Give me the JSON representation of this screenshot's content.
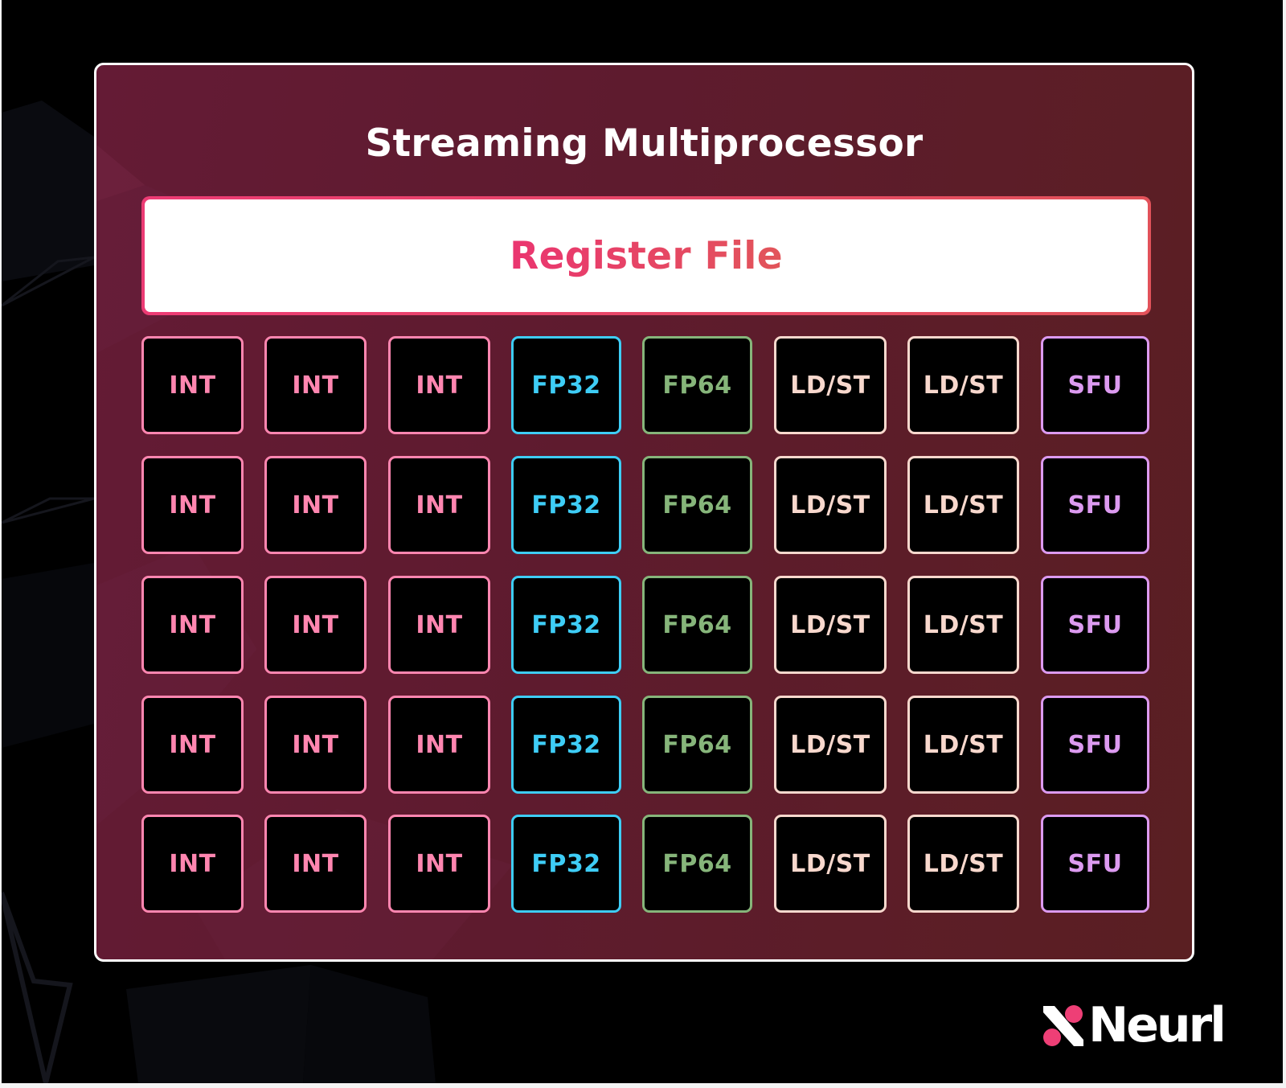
{
  "diagram": {
    "title": "Streaming Multiprocessor",
    "register_file": {
      "label": "Register File"
    },
    "columns": [
      {
        "type": "int",
        "label": "INT",
        "color": "#ff86b0"
      },
      {
        "type": "int",
        "label": "INT",
        "color": "#ff86b0"
      },
      {
        "type": "int",
        "label": "INT",
        "color": "#ff86b0"
      },
      {
        "type": "fp32",
        "label": "FP32",
        "color": "#3ecdf6"
      },
      {
        "type": "fp64",
        "label": "FP64",
        "color": "#86b57a"
      },
      {
        "type": "ldst",
        "label": "LD/ST",
        "color": "#f8d8cd"
      },
      {
        "type": "ldst",
        "label": "LD/ST",
        "color": "#f8d8cd"
      },
      {
        "type": "sfu",
        "label": "SFU",
        "color": "#dc9af0"
      }
    ],
    "rows": 5,
    "grid": [
      [
        "INT",
        "INT",
        "INT",
        "FP32",
        "FP64",
        "LD/ST",
        "LD/ST",
        "SFU"
      ],
      [
        "INT",
        "INT",
        "INT",
        "FP32",
        "FP64",
        "LD/ST",
        "LD/ST",
        "SFU"
      ],
      [
        "INT",
        "INT",
        "INT",
        "FP32",
        "FP64",
        "LD/ST",
        "LD/ST",
        "SFU"
      ],
      [
        "INT",
        "INT",
        "INT",
        "FP32",
        "FP64",
        "LD/ST",
        "LD/ST",
        "SFU"
      ],
      [
        "INT",
        "INT",
        "INT",
        "FP32",
        "FP64",
        "LD/ST",
        "LD/ST",
        "SFU"
      ]
    ]
  },
  "branding": {
    "logo_text": "Neurl",
    "logo_icon": "neurl-x-mark-icon",
    "accent_color": "#ee3f76"
  },
  "colors": {
    "panel_bg": "#5f1b30",
    "panel_border": "#ffffff",
    "register_border": "#ec3e72",
    "canvas_bg": "#000000"
  }
}
